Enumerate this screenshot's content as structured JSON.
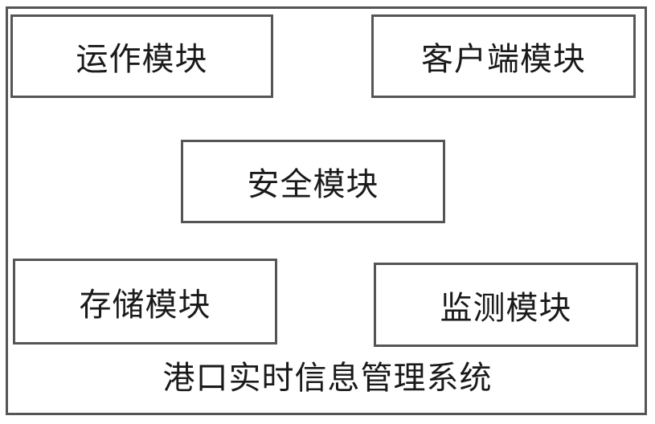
{
  "diagram": {
    "system_label": "港口实时信息管理系统",
    "modules": {
      "ops": "运作模块",
      "client": "客户端模块",
      "security": "安全模块",
      "storage": "存储模块",
      "monitor": "监测模块"
    },
    "colors": {
      "border": "#555555",
      "text": "#1a1a1a",
      "background": "#ffffff"
    }
  }
}
